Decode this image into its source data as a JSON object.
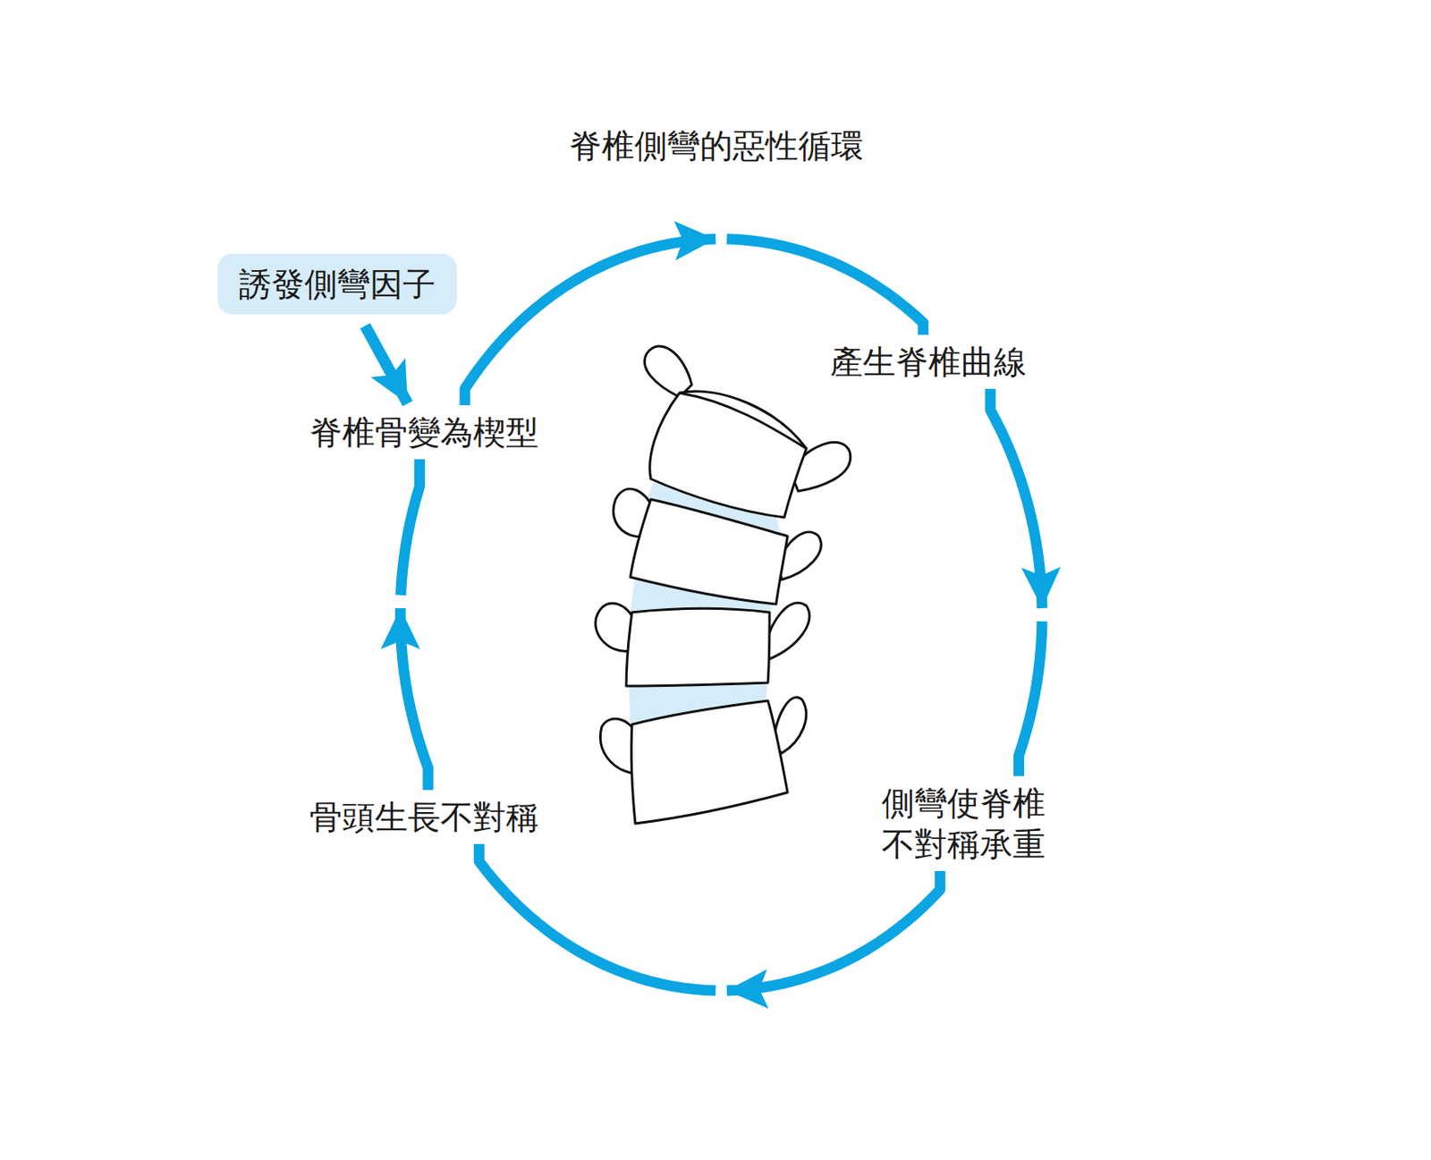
{
  "diagram": {
    "title": "脊椎側彎的惡性循環",
    "nodes": [
      {
        "text": [
          "誘發側彎因子"
        ]
      },
      {
        "text": [
          "脊椎骨變為楔型"
        ]
      },
      {
        "text": [
          "產生脊椎曲線"
        ]
      },
      {
        "text": [
          "側彎使脊椎 不對稱承重"
        ]
      },
      {
        "text": [
          "骨頭生長不對稱"
        ]
      }
    ],
    "edges": [
      {
        "from": 0,
        "to": 1,
        "arrow": "to"
      },
      {
        "from": 1,
        "to": 2,
        "arrow": "to"
      },
      {
        "from": 2,
        "to": 3,
        "arrow": "to"
      },
      {
        "from": 3,
        "to": 4,
        "arrow": "to"
      },
      {
        "from": 4,
        "to": 1,
        "arrow": "to"
      }
    ]
  }
}
